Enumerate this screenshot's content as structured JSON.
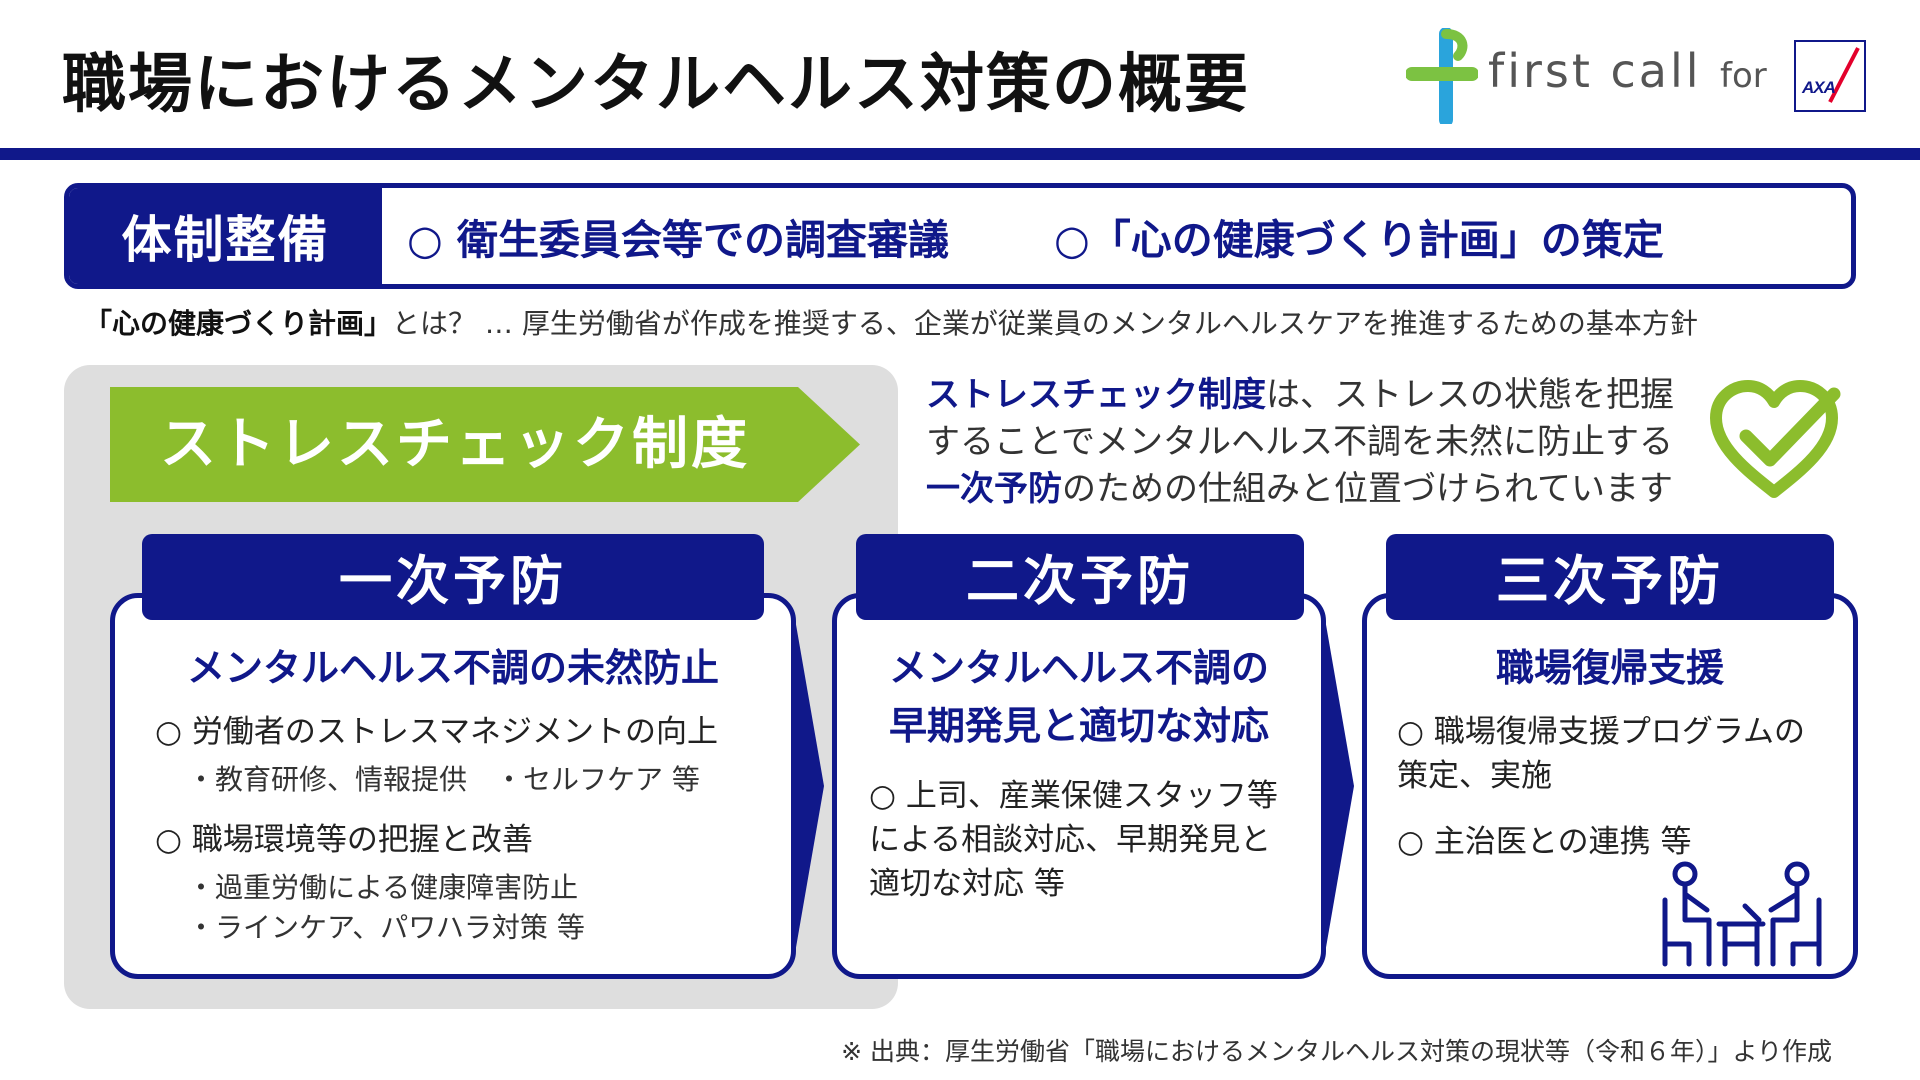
{
  "title": "職場におけるメンタルヘルス対策の概要",
  "brand": {
    "text": "first call",
    "for": "for",
    "logo": "AXA"
  },
  "setup": {
    "label": "体制整備",
    "items": [
      "○ 衛生委員会等での調査審議",
      "○「心の健康づくり計画」の策定"
    ]
  },
  "note": {
    "term": "「心の健康づくり計画」",
    "text": "とは？ … 厚生労働省が作成を推奨する、企業が従業員のメンタルヘルスケアを推進するための基本方針"
  },
  "stress_check": {
    "banner": "ストレスチェック制度",
    "desc_hl1": "ストレスチェック制度",
    "desc_1": "は、ストレスの状態を把握",
    "desc_2": "することでメンタルヘルス不調を未然に防止する",
    "desc_hl2": "一次予防",
    "desc_3": "のための仕組みと位置づけられています"
  },
  "stages": [
    {
      "tab": "一次予防",
      "heading": "メンタルヘルス不調の未然防止",
      "lines": [
        "○ 労働者のストレスマネジメントの向上",
        "・教育研修、情報提供　・セルフケア 等",
        "○ 職場環境等の把握と改善",
        "・過重労働による健康障害防止",
        "・ラインケア、パワハラ対策 等"
      ]
    },
    {
      "tab": "二次予防",
      "heading_1": "メンタルヘルス不調の",
      "heading_2": "早期発見と適切な対応",
      "lines": [
        "○ 上司、産業保健スタッフ等",
        "による相談対応、早期発見と",
        "適切な対応 等"
      ]
    },
    {
      "tab": "三次予防",
      "heading": "職場復帰支援",
      "lines": [
        "○ 職場復帰支援プログラムの",
        "策定、実施",
        "○ 主治医との連携 等"
      ]
    }
  ],
  "source": "※ 出典：厚生労働省「職場におけるメンタルヘルス対策の現状等（令和６年）」より作成",
  "colors": {
    "navy": "#10188a",
    "green": "#8cbd2d",
    "panel": "#dedede",
    "brand_blue": "#2aa4dc"
  },
  "icons": [
    "plus-logo-icon",
    "heart-check-icon",
    "consultation-icon",
    "chevron-right-icon"
  ]
}
